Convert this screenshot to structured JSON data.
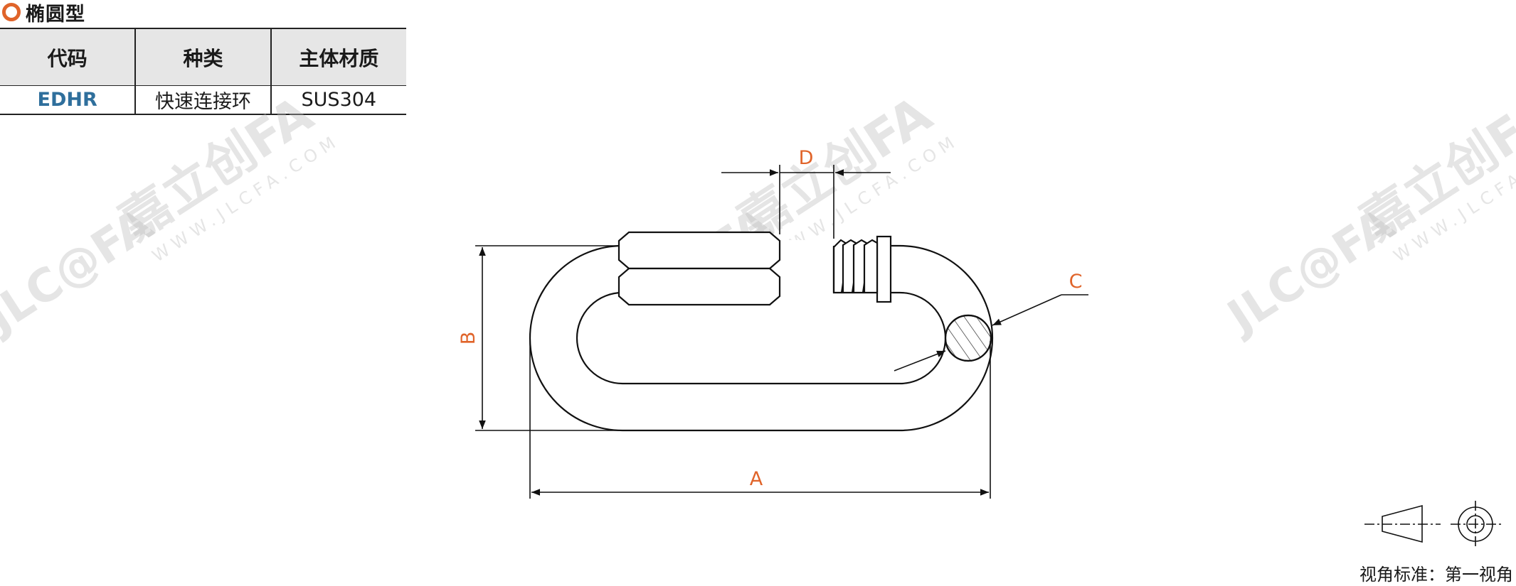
{
  "section": {
    "title": "椭圆型"
  },
  "table": {
    "headers": [
      "代码",
      "种类",
      "主体材质"
    ],
    "rows": [
      [
        "EDHR",
        "快速连接环",
        "SUS304"
      ]
    ]
  },
  "drawing": {
    "dimensions": {
      "a": "A",
      "b": "B",
      "c": "C",
      "d": "D"
    }
  },
  "watermark": {
    "logo": "JLC@FA",
    "brand": "嘉立创FA",
    "site": "WWW.JLCFA.COM"
  },
  "view_standard": "视角标准：第一视角",
  "colors": {
    "accent": "#e0642a",
    "code": "#2f6f9c",
    "header_bg": "#e6e6e6"
  }
}
